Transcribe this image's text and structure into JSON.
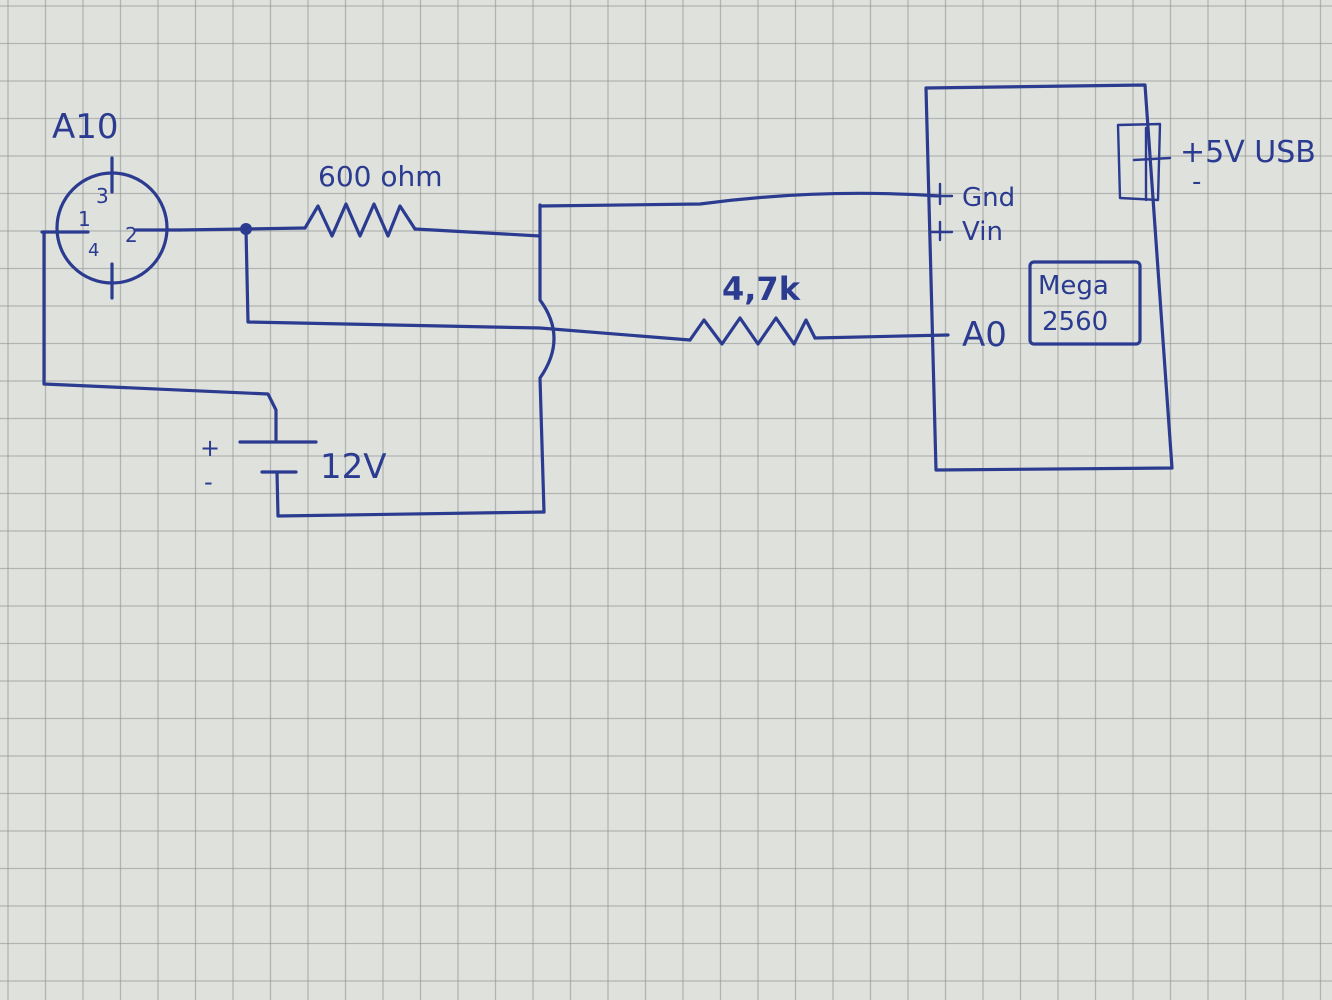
{
  "diagram": {
    "sensor": {
      "label": "A10",
      "pins": [
        "1",
        "2",
        "3",
        "4"
      ]
    },
    "resistor_1": {
      "label": "600 ohm"
    },
    "resistor_2": {
      "label": "4,7k"
    },
    "battery": {
      "label": "12V",
      "plus": "+",
      "minus": "-"
    },
    "board": {
      "pins": {
        "gnd": "Gnd",
        "vin": "Vin",
        "a0": "A0"
      },
      "chip_line1": "Mega",
      "chip_line2": "2560",
      "usb_label": "+5V USB",
      "usb_minus": "-"
    }
  },
  "colors": {
    "ink": "#2b3b8f",
    "paper": "#dfe1dd",
    "grid": "#8d908c"
  }
}
